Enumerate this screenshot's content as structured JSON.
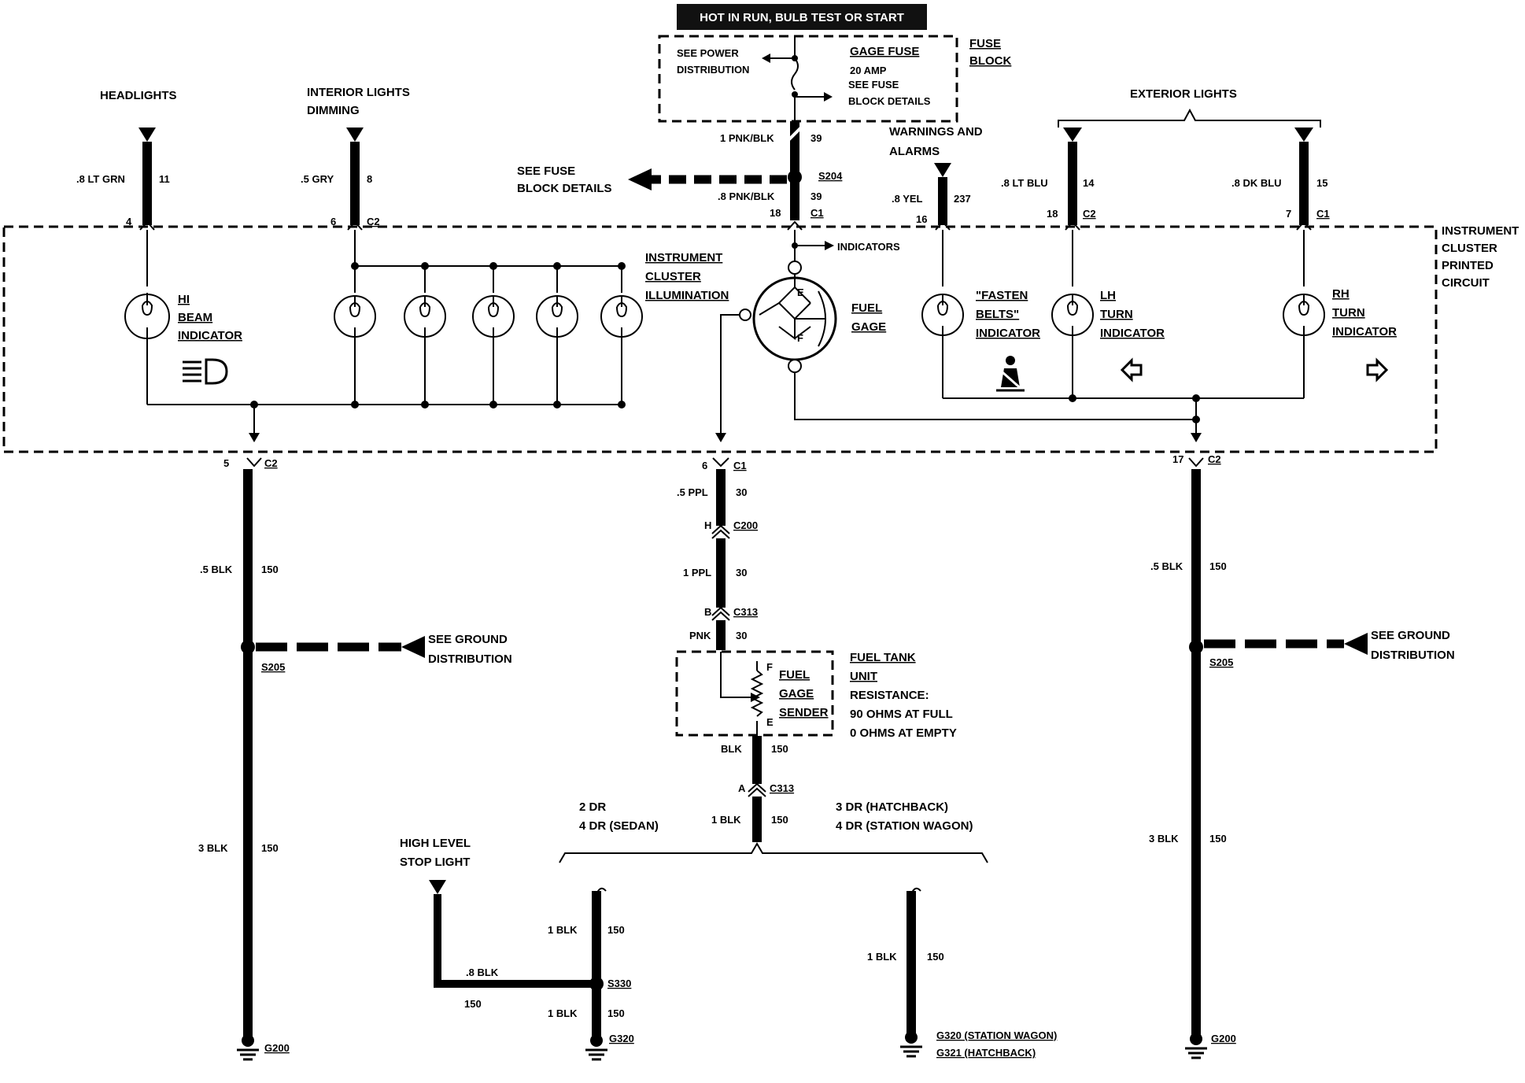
{
  "top": {
    "hot_label": "HOT IN RUN, BULB TEST OR START",
    "fuse_block": {
      "line1": "FUSE",
      "line2": "BLOCK"
    },
    "see_power": {
      "line1": "SEE POWER",
      "line2": "DISTRIBUTION"
    },
    "gage_fuse": {
      "name": "GAGE FUSE",
      "rating": "20 AMP"
    },
    "see_fuse_inner": {
      "line1": "SEE FUSE",
      "line2": "BLOCK DETAILS"
    },
    "wire_pnk_blk": {
      "gauge": "1 PNK/BLK",
      "circuit": "39"
    },
    "s204": "S204",
    "see_fuse_left": {
      "line1": "SEE FUSE",
      "line2": "BLOCK DETAILS"
    },
    "wire_pnk_blk2": {
      "gauge": ".8 PNK/BLK",
      "circuit": "39",
      "pin": "18",
      "conn": "C1"
    }
  },
  "feeds": {
    "headlights": {
      "label": "HEADLIGHTS",
      "gauge": ".8 LT GRN",
      "circuit": "11",
      "pin": "4"
    },
    "interior": {
      "line1": "INTERIOR LIGHTS",
      "line2": "DIMMING",
      "gauge": ".5 GRY",
      "circuit": "8",
      "pin": "6",
      "conn": "C2"
    },
    "warnings": {
      "line1": "WARNINGS AND",
      "line2": "ALARMS",
      "gauge": ".8 YEL",
      "circuit": "237",
      "pin": "16"
    },
    "exterior": {
      "label": "EXTERIOR LIGHTS"
    },
    "lt_blu": {
      "gauge": ".8 LT BLU",
      "circuit": "14",
      "pin": "18",
      "conn": "C2"
    },
    "dk_blu": {
      "gauge": ".8 DK BLU",
      "circuit": "15",
      "pin": "7",
      "conn": "C1"
    }
  },
  "cluster": {
    "title": {
      "line1": "INSTRUMENT",
      "line2": "CLUSTER",
      "line3": "PRINTED",
      "line4": "CIRCUIT"
    },
    "hi_beam": {
      "line1": "HI",
      "line2": "BEAM",
      "line3": "INDICATOR"
    },
    "illum": {
      "line1": "INSTRUMENT",
      "line2": "CLUSTER",
      "line3": "ILLUMINATION"
    },
    "indicators": "INDICATORS",
    "fuel_gage": {
      "line1": "FUEL",
      "line2": "GAGE",
      "e": "E",
      "f": "F"
    },
    "fasten": {
      "line1": "\"FASTEN",
      "line2": "BELTS\"",
      "line3": "INDICATOR"
    },
    "lh_turn": {
      "line1": "LH",
      "line2": "TURN",
      "line3": "INDICATOR"
    },
    "rh_turn": {
      "line1": "RH",
      "line2": "TURN",
      "line3": "INDICATOR"
    }
  },
  "left_ground": {
    "pin": "5",
    "conn": "C2",
    "w1": {
      "gauge": ".5 BLK",
      "circuit": "150"
    },
    "splice": "S205",
    "see_ground": {
      "line1": "SEE GROUND",
      "line2": "DISTRIBUTION"
    },
    "w2": {
      "gauge": "3 BLK",
      "circuit": "150"
    },
    "ground": "G200"
  },
  "right_ground": {
    "pin": "17",
    "conn": "C2",
    "w1": {
      "gauge": ".5 BLK",
      "circuit": "150"
    },
    "splice": "S205",
    "see_ground": {
      "line1": "SEE GROUND",
      "line2": "DISTRIBUTION"
    },
    "w2": {
      "gauge": "3 BLK",
      "circuit": "150"
    },
    "ground": "G200"
  },
  "center": {
    "pin": "6",
    "conn": "C1",
    "w1": {
      "gauge": ".5 PPL",
      "circuit": "30"
    },
    "c200": {
      "pin": "H",
      "conn": "C200"
    },
    "w2": {
      "gauge": "1 PPL",
      "circuit": "30"
    },
    "c313": {
      "pin": "B",
      "conn": "C313"
    },
    "w3": {
      "gauge": "PNK",
      "circuit": "30"
    },
    "sender": {
      "line1": "FUEL",
      "line2": "GAGE",
      "line3": "SENDER",
      "f": "F",
      "e": "E"
    },
    "tank": {
      "line1": "FUEL TANK",
      "line2": "UNIT",
      "line3": "RESISTANCE:",
      "line4": "90 OHMS AT FULL",
      "line5": "0 OHMS AT EMPTY"
    },
    "w4": {
      "gauge": "BLK",
      "circuit": "150"
    },
    "c313a": {
      "pin": "A",
      "conn": "C313"
    },
    "w5": {
      "gauge": "1 BLK",
      "circuit": "150"
    },
    "variant_left": {
      "line1": "2 DR",
      "line2": "4 DR (SEDAN)"
    },
    "variant_right": {
      "line1": "3 DR (HATCHBACK)",
      "line2": "4 DR (STATION WAGON)"
    }
  },
  "bottom": {
    "high_level": {
      "line1": "HIGH LEVEL",
      "line2": "STOP LIGHT"
    },
    "w_stop": {
      "gauge": ".8 BLK",
      "circuit": "150"
    },
    "w_a": {
      "gauge": "1 BLK",
      "circuit": "150"
    },
    "s330": "S330",
    "w_b": {
      "gauge": "1 BLK",
      "circuit": "150"
    },
    "g320": "G320",
    "w_r": {
      "gauge": "1 BLK",
      "circuit": "150"
    },
    "g_right": {
      "line1": "G320 (STATION WAGON)",
      "line2": "G321 (HATCHBACK)"
    }
  }
}
